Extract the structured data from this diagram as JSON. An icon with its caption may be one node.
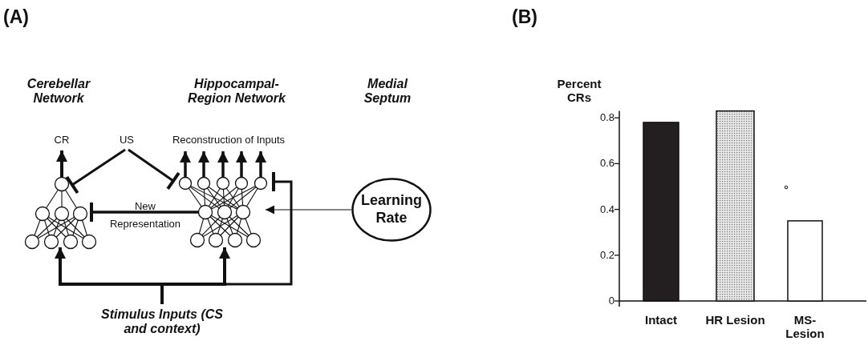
{
  "diagram": {
    "nodes": [
      {
        "text": [
          "CR"
        ]
      },
      {
        "text": [
          "US"
        ]
      },
      {
        "text": [
          "Reconstruction of Inputs"
        ]
      },
      {
        "text": [],
        "shape": "picture"
      },
      {
        "text": [],
        "shape": "picture"
      },
      {
        "text": [
          "Learning Rate"
        ]
      },
      {
        "text": [
          "Stimulus Inputs (CS and context)"
        ]
      }
    ],
    "edges": [
      {
        "from": 3,
        "to": 0,
        "arrow": "to"
      },
      {
        "from": 1,
        "to": 3,
        "arrow": "other"
      },
      {
        "from": 1,
        "to": 4,
        "arrow": "other"
      },
      {
        "from": 4,
        "to": 2,
        "arrow": "to"
      },
      {
        "from": 4,
        "to": 2,
        "arrow": "to"
      },
      {
        "from": 4,
        "to": 2,
        "arrow": "to"
      },
      {
        "from": 4,
        "to": 2,
        "arrow": "to"
      },
      {
        "from": 4,
        "to": 2,
        "arrow": "to"
      },
      {
        "from": 4,
        "to": 3,
        "arrow": "other",
        "label": "New Representation"
      },
      {
        "from": 5,
        "to": 4,
        "arrow": "to"
      },
      {
        "from": 6,
        "to": 3,
        "arrow": "to"
      },
      {
        "from": 6,
        "to": 4,
        "arrow": "to"
      },
      {
        "from": 6,
        "to": 4,
        "arrow": "other"
      }
    ],
    "labels": [
      "(A)",
      "(B)",
      "Cerebellar Network",
      "Hippocampal-Region Network",
      "Medial Septum"
    ],
    "chart_data": {
      "type": "bar",
      "ylabel": "Percent CRs",
      "categories": [
        "Intact",
        "HR Lesion",
        "MS- Lesion"
      ],
      "values": [
        0.78,
        0.83,
        0.35
      ],
      "ylim": [
        0,
        0.83
      ],
      "yticks": [
        0,
        0.2,
        0.4,
        0.6,
        0.8
      ]
    }
  }
}
